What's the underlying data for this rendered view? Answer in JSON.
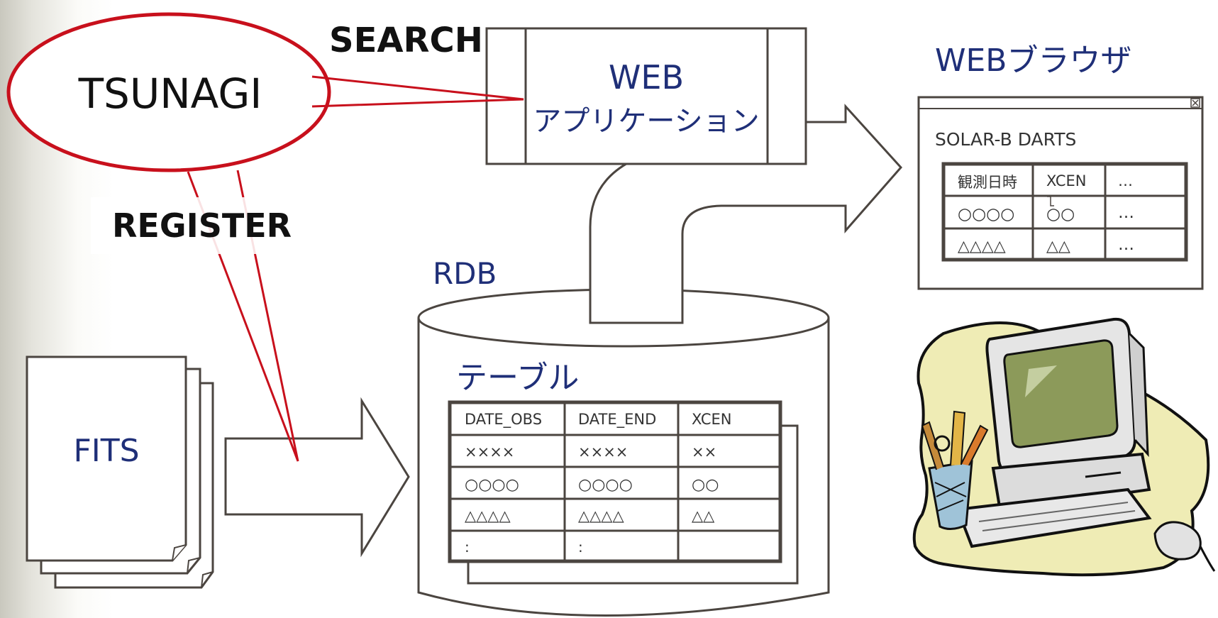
{
  "tsunagi": {
    "label": "TSUNAGI"
  },
  "search": {
    "label": "SEARCH"
  },
  "register": {
    "label": "REGISTER"
  },
  "webapp": {
    "line1": "WEB",
    "line2": "アプリケーション"
  },
  "browser": {
    "title": "WEBブラウザ",
    "app_name": "SOLAR-B DARTS",
    "headers": [
      "観測日時",
      "XCEN",
      "…"
    ],
    "rows": [
      [
        "○○○○",
        "○○",
        "…"
      ],
      [
        "△△△△",
        "△△",
        "…"
      ]
    ]
  },
  "rdb": {
    "label": "RDB",
    "table_label": "テーブル",
    "headers": [
      "DATE_OBS",
      "DATE_END",
      "XCEN"
    ],
    "rows": [
      [
        "××××",
        "××××",
        "××"
      ],
      [
        "○○○○",
        "○○○○",
        "○○"
      ],
      [
        "△△△△",
        "△△△△",
        "△△"
      ],
      [
        ":",
        ":",
        ""
      ]
    ]
  },
  "fits": {
    "label": "FITS"
  },
  "colors": {
    "accent_red": "#c8101c",
    "label_blue": "#1f2f78",
    "outline": "#4b4540"
  }
}
